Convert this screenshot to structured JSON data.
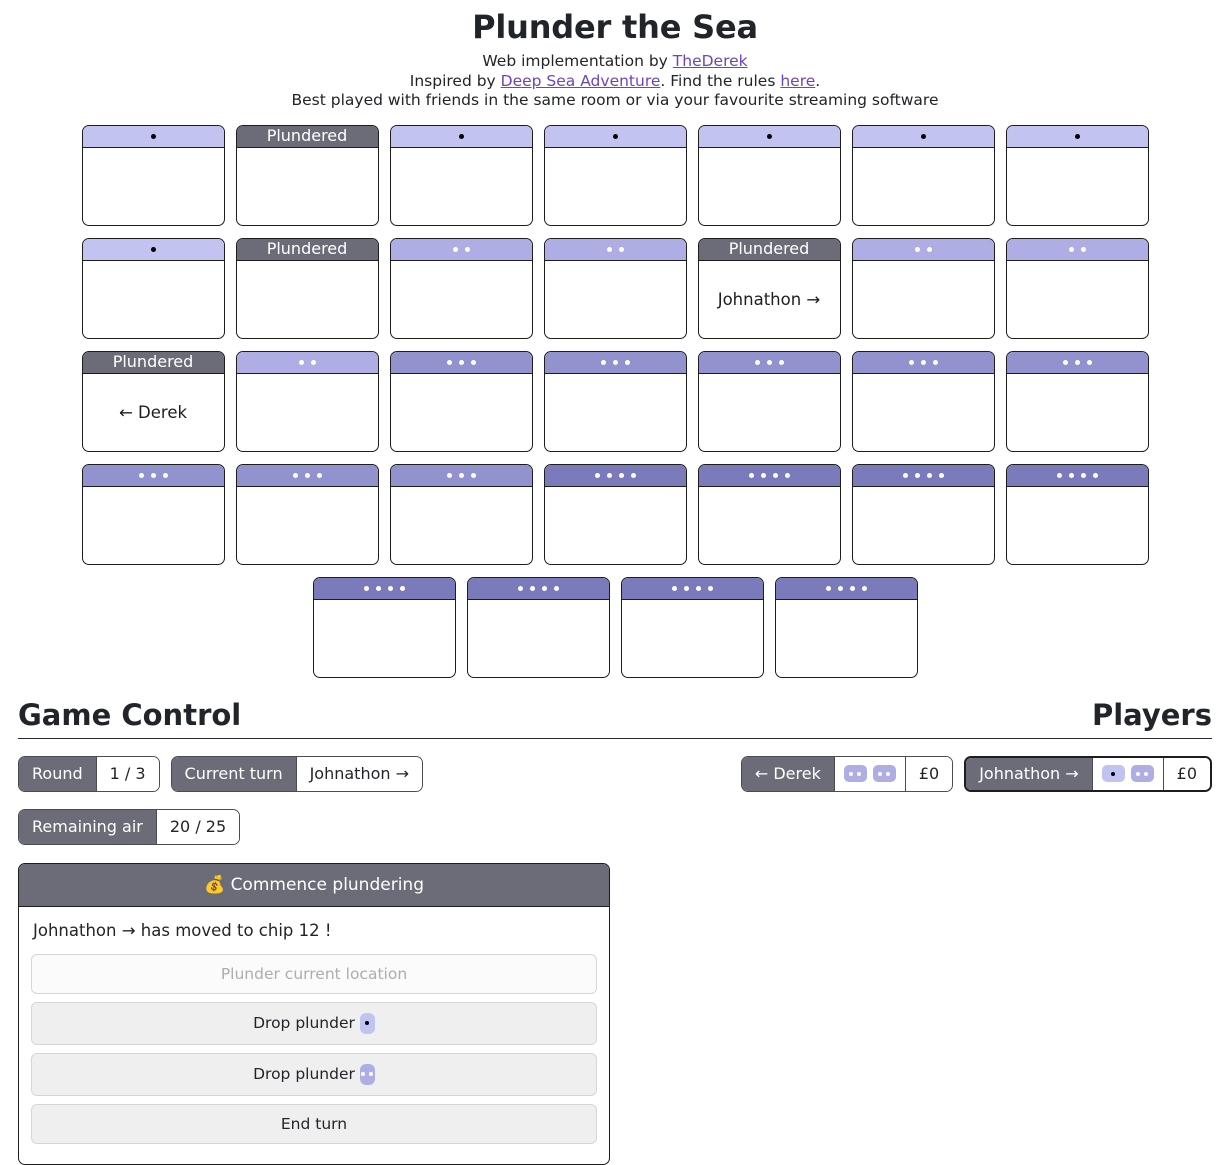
{
  "masthead": {
    "title": "Plunder the Sea",
    "line1_prefix": "Web implementation by ",
    "line1_link": "TheDerek",
    "line2_prefix": "Inspired by ",
    "line2_link": "Deep Sea Adventure",
    "line2_mid": ". Find the rules ",
    "line2_link2": "here",
    "line2_suffix": ".",
    "line3": "Best played with friends in the same room or via your favourite streaming software"
  },
  "board": {
    "plundered_label": "Plundered",
    "rows": [
      [
        {
          "level": 1,
          "state": "chip",
          "occupant": ""
        },
        {
          "level": 0,
          "state": "plundered",
          "occupant": ""
        },
        {
          "level": 1,
          "state": "chip",
          "occupant": ""
        },
        {
          "level": 1,
          "state": "chip",
          "occupant": ""
        },
        {
          "level": 1,
          "state": "chip",
          "occupant": ""
        },
        {
          "level": 1,
          "state": "chip",
          "occupant": ""
        },
        {
          "level": 1,
          "state": "chip",
          "occupant": ""
        }
      ],
      [
        {
          "level": 1,
          "state": "chip",
          "occupant": ""
        },
        {
          "level": 0,
          "state": "plundered",
          "occupant": ""
        },
        {
          "level": 2,
          "state": "chip",
          "occupant": ""
        },
        {
          "level": 2,
          "state": "chip",
          "occupant": ""
        },
        {
          "level": 0,
          "state": "plundered",
          "occupant": "Johnathon →"
        },
        {
          "level": 2,
          "state": "chip",
          "occupant": ""
        },
        {
          "level": 2,
          "state": "chip",
          "occupant": ""
        }
      ],
      [
        {
          "level": 0,
          "state": "plundered",
          "occupant": "← Derek"
        },
        {
          "level": 2,
          "state": "chip",
          "occupant": ""
        },
        {
          "level": 3,
          "state": "chip",
          "occupant": ""
        },
        {
          "level": 3,
          "state": "chip",
          "occupant": ""
        },
        {
          "level": 3,
          "state": "chip",
          "occupant": ""
        },
        {
          "level": 3,
          "state": "chip",
          "occupant": ""
        },
        {
          "level": 3,
          "state": "chip",
          "occupant": ""
        }
      ],
      [
        {
          "level": 3,
          "state": "chip",
          "occupant": ""
        },
        {
          "level": 3,
          "state": "chip",
          "occupant": ""
        },
        {
          "level": 3,
          "state": "chip",
          "occupant": ""
        },
        {
          "level": 4,
          "state": "chip",
          "occupant": ""
        },
        {
          "level": 4,
          "state": "chip",
          "occupant": ""
        },
        {
          "level": 4,
          "state": "chip",
          "occupant": ""
        },
        {
          "level": 4,
          "state": "chip",
          "occupant": ""
        }
      ],
      [
        {
          "level": 4,
          "state": "chip",
          "occupant": ""
        },
        {
          "level": 4,
          "state": "chip",
          "occupant": ""
        },
        {
          "level": 4,
          "state": "chip",
          "occupant": ""
        },
        {
          "level": 4,
          "state": "chip",
          "occupant": ""
        }
      ]
    ]
  },
  "game_control": {
    "heading": "Game Control",
    "round_label": "Round",
    "round_value": "1 / 3",
    "turn_label": "Current turn",
    "turn_value": "Johnathon →",
    "air_label": "Remaining air",
    "air_value": "20 / 25"
  },
  "plunder_card": {
    "header_icon": "💰",
    "header": "Commence plundering",
    "message": "Johnathon → has moved to chip 12 !",
    "actions": [
      {
        "label": "Plunder current location",
        "disabled": true,
        "badge_level": 0
      },
      {
        "label": "Drop plunder",
        "disabled": false,
        "badge_level": 1
      },
      {
        "label": "Drop plunder",
        "disabled": false,
        "badge_level": 2
      },
      {
        "label": "End turn",
        "disabled": false,
        "badge_level": 0
      }
    ]
  },
  "players": {
    "heading": "Players",
    "list": [
      {
        "name": "← Derek",
        "active": false,
        "chips": [
          2,
          2
        ],
        "money": "£0"
      },
      {
        "name": "Johnathon →",
        "active": true,
        "chips": [
          1,
          2
        ],
        "money": "£0"
      }
    ]
  },
  "colors": {
    "level1": "#c3c3f2",
    "level2": "#aeaee5",
    "level3": "#9292cf",
    "level4": "#7b7bbb",
    "plundered": "#6c6c78",
    "link": "#6f42c1"
  }
}
